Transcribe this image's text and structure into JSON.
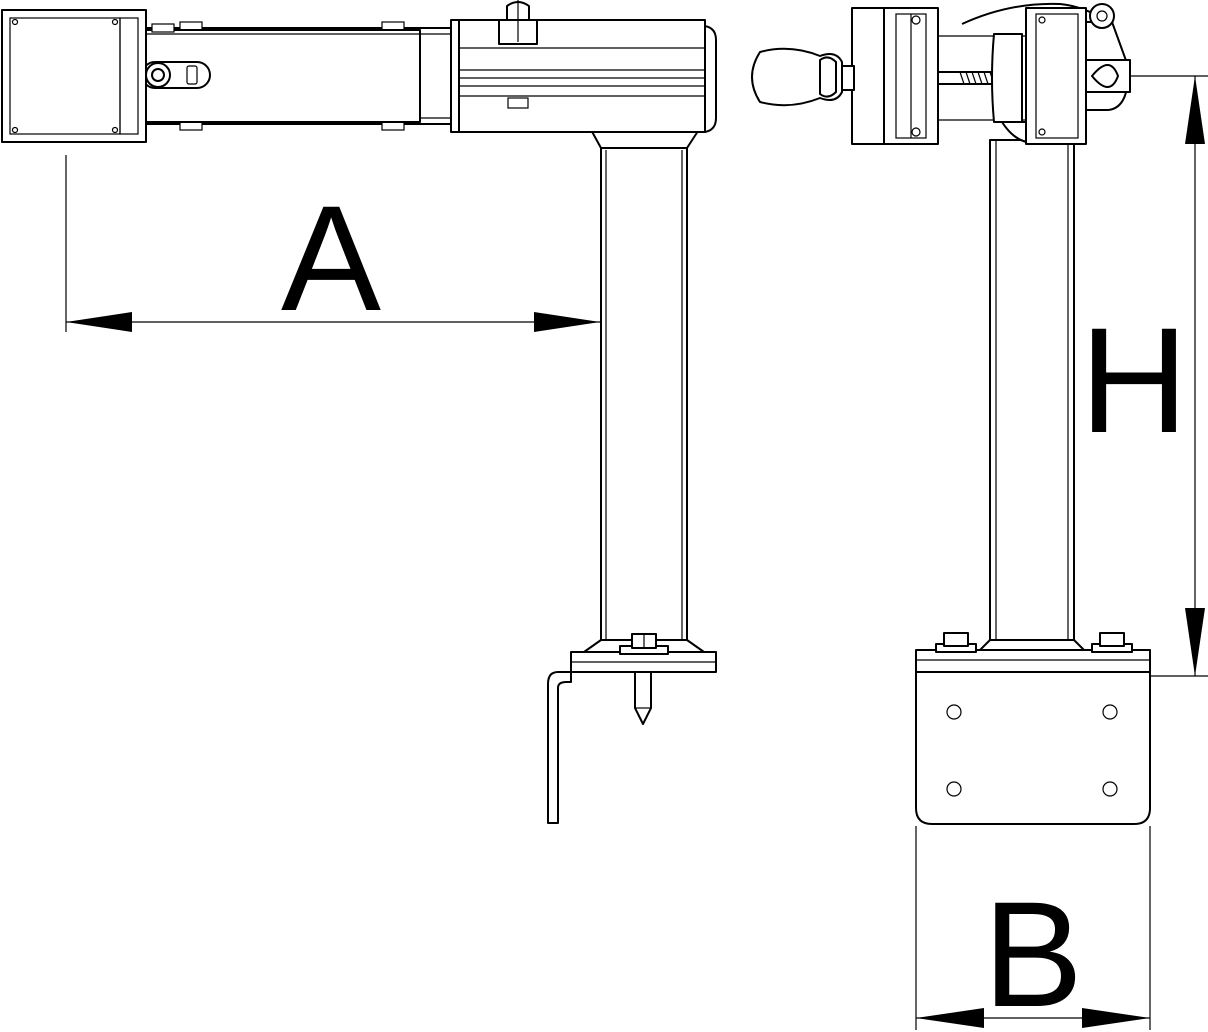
{
  "diagram": {
    "dimension_labels": {
      "a": "A",
      "h": "H",
      "b": "B"
    }
  }
}
